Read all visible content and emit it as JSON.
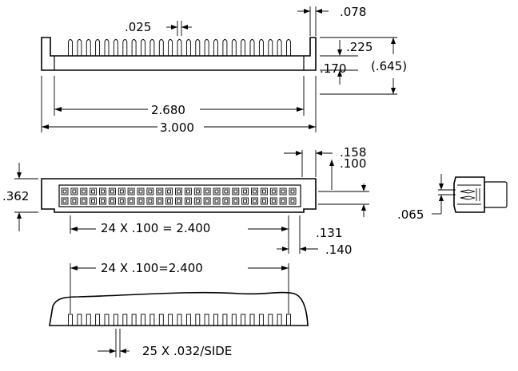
{
  "dimensions": {
    "pin_width": ".025",
    "pin_setback": ".078",
    "body_top": ".225",
    "body_lower": ".170",
    "total_height": "(.645)",
    "inner_length": "2.680",
    "overall_length": "3.000",
    "end_offset_a": ".158",
    "end_offset_b": ".100",
    "body_height": ".362",
    "pitch_row": "24 X .100 = 2.400",
    "row_offset": ".131",
    "end_offset_c": ".140",
    "side_offset": ".065",
    "bottom_pitch": "24 X .100=2.400",
    "pin_count_side": "25 X .032/SIDE"
  },
  "connector": {
    "top_pin_count": 25,
    "face_columns": 25,
    "face_rows": 2,
    "bottom_pin_count": 25
  }
}
